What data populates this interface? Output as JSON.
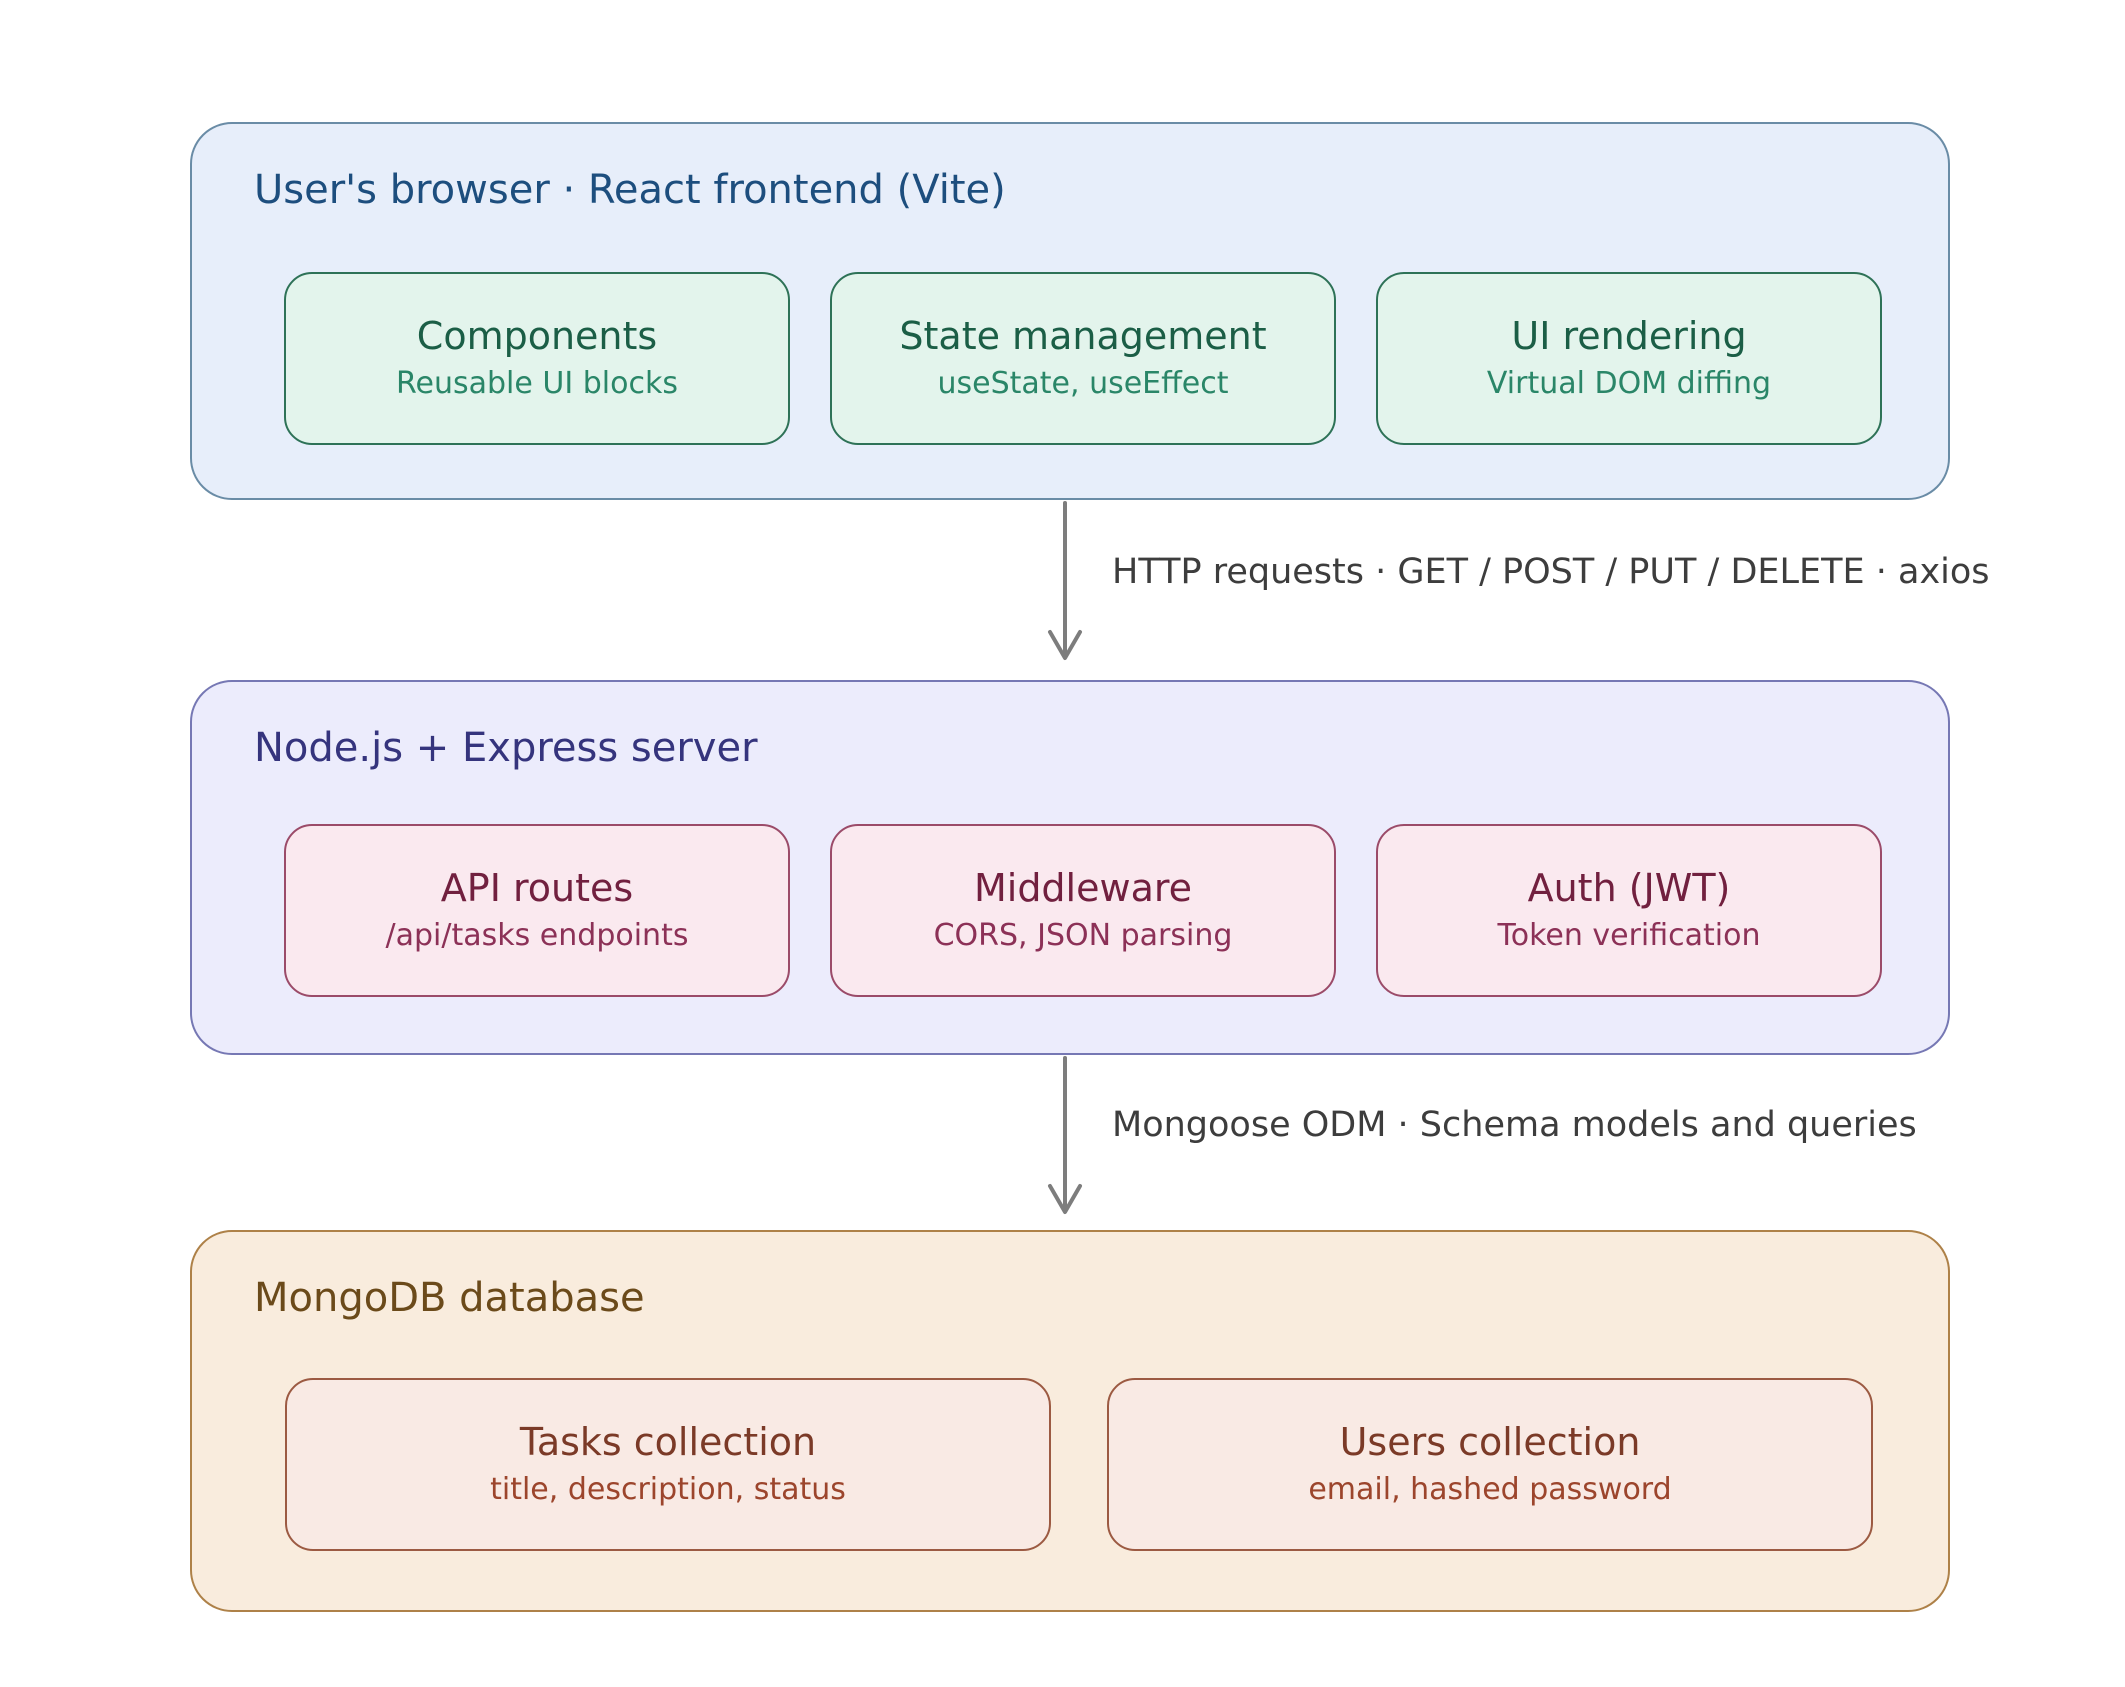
{
  "diagram": {
    "tiers": [
      {
        "id": "frontend",
        "title": "User's browser · React frontend (Vite)",
        "fill": "#e7eefa",
        "border": "#6a8ca6",
        "title_color": "#1d4e7e",
        "children": [
          {
            "title": "Components",
            "subtitle": "Reusable UI blocks"
          },
          {
            "title": "State management",
            "subtitle": "useState, useEffect"
          },
          {
            "title": "UI rendering",
            "subtitle": "Virtual DOM diffing"
          }
        ]
      },
      {
        "id": "server",
        "title": "Node.js + Express server",
        "fill": "#ececfc",
        "border": "#7678b4",
        "title_color": "#35347d",
        "children": [
          {
            "title": "API routes",
            "subtitle": "/api/tasks endpoints"
          },
          {
            "title": "Middleware",
            "subtitle": "CORS, JSON parsing"
          },
          {
            "title": "Auth (JWT)",
            "subtitle": "Token verification"
          }
        ]
      },
      {
        "id": "database",
        "title": "MongoDB database",
        "fill": "#f9ecdd",
        "border": "#ae8148",
        "title_color": "#6b4a1a",
        "children": [
          {
            "title": "Tasks collection",
            "subtitle": "title, description, status"
          },
          {
            "title": "Users collection",
            "subtitle": "email, hashed password"
          }
        ]
      }
    ],
    "arrows": [
      {
        "label": "HTTP requests · GET / POST / PUT / DELETE · axios",
        "color": "#7d7d7d",
        "label_color": "#3d3d3d"
      },
      {
        "label": "Mongoose ODM · Schema models and queries",
        "color": "#7d7d7d",
        "label_color": "#3d3d3d"
      }
    ],
    "node_colors": {
      "green_fill": "#e3f4ec",
      "green_border": "#2e7257",
      "green_title": "#1b5e46",
      "green_subtitle": "#2a8668",
      "pink_fill": "#fae9ef",
      "pink_border": "#9b4b69",
      "pink_title": "#71203f",
      "pink_subtitle": "#8c3157",
      "rust_fill": "#f9eae4",
      "rust_border": "#9c5a42",
      "rust_title": "#7b3a27",
      "rust_subtitle": "#9c452c"
    },
    "background": "#ffffff"
  }
}
